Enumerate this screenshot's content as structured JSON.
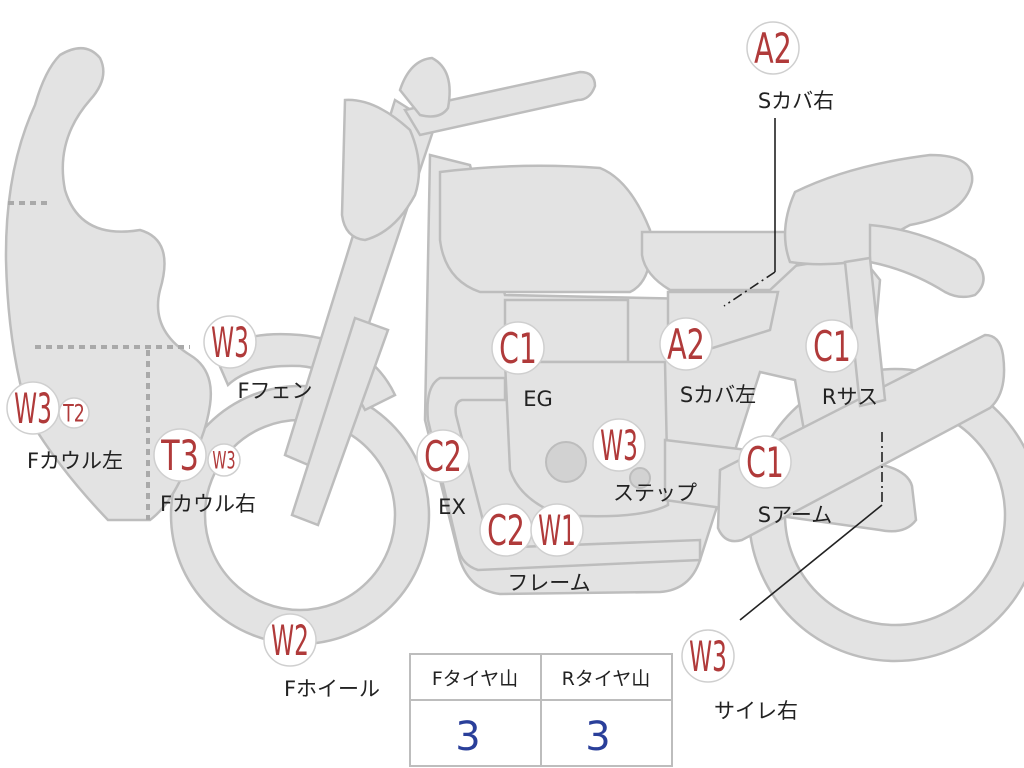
{
  "markers": [
    {
      "code": "A2",
      "label": "Sカバ右"
    },
    {
      "code": "A2",
      "label": "Sカバ左"
    },
    {
      "code": "C1",
      "label": "Rサス"
    },
    {
      "code": "C1",
      "label": "EG"
    },
    {
      "code": "C2",
      "label": "EX"
    },
    {
      "code": "W3",
      "label": "ステップ"
    },
    {
      "code": "C1",
      "label": "Sアーム"
    },
    {
      "code": "C2",
      "label": ""
    },
    {
      "code": "W1",
      "label": "フレーム"
    },
    {
      "code": "W3",
      "label": "Fフェン"
    },
    {
      "code": "W3",
      "label": ""
    },
    {
      "code": "T2",
      "label": "Fカウル左"
    },
    {
      "code": "T3",
      "label": ""
    },
    {
      "code": "W3",
      "label": "Fカウル右"
    },
    {
      "code": "W2",
      "label": "Fホイール"
    },
    {
      "code": "W3",
      "label": "サイレ右"
    }
  ],
  "tire_table": {
    "headers": [
      "Fタイヤ山",
      "Rタイヤ山"
    ],
    "values": [
      "3",
      "3"
    ]
  },
  "colors": {
    "part_fill": "#e3e3e3",
    "part_stroke": "#bdbdbd",
    "code": "#b03a3a",
    "value": "#2a3f9a"
  }
}
